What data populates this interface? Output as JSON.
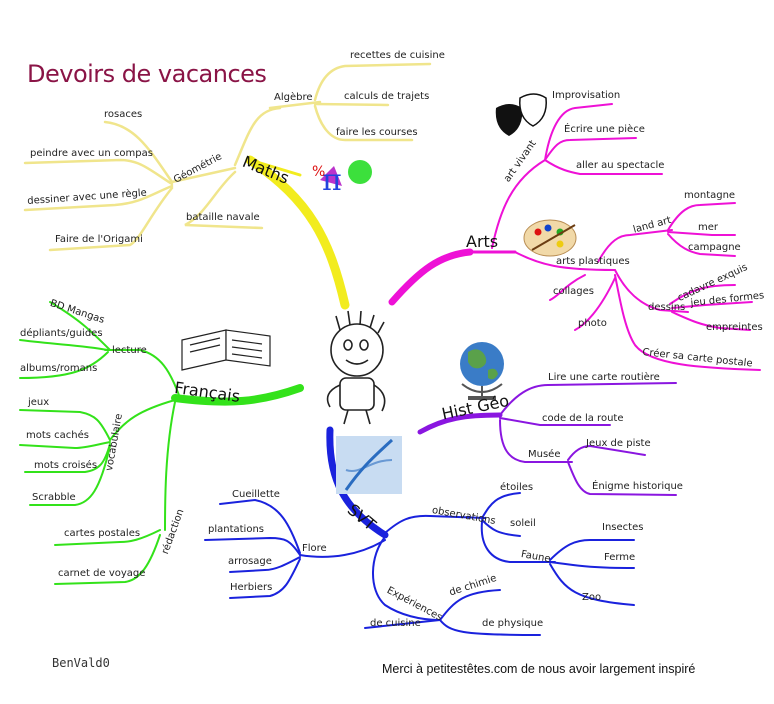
{
  "title": "Devoirs de vacances",
  "author": "BenVald0",
  "credit": "Merci à petitestêtes.com de nous avoir largement inspiré",
  "colors": {
    "maths": "#f2ec1e",
    "maths_sub": "#f0e58c",
    "arts": "#ee11d6",
    "hist": "#8a16e0",
    "svt": "#1a22dd",
    "francais": "#33e21a",
    "title": "#8a1446"
  },
  "branches": {
    "maths": {
      "label": "Maths",
      "algebre": {
        "label": "Algèbre",
        "items": [
          "recettes de cuisine",
          "calculs de trajets",
          "faire les courses"
        ]
      },
      "geometrie": {
        "label": "Géométrie",
        "items": [
          "rosaces",
          "peindre avec un compas",
          "dessiner avec une règle",
          "Faire de l'Origami"
        ]
      },
      "bataille": "bataille navale"
    },
    "arts": {
      "label": "Arts",
      "art_vivant": {
        "label": "art vivant",
        "items": [
          "Improvisation",
          "Écrire une pièce",
          "aller au spectacle"
        ]
      },
      "arts_plastiques": {
        "label": "arts plastiques",
        "land_art": {
          "label": "land art",
          "items": [
            "montagne",
            "mer",
            "campagne"
          ]
        },
        "dessins": {
          "label": "dessins",
          "items": [
            "cadavre exquis",
            "jeu des formes",
            "empreintes"
          ]
        },
        "carte": "Créer sa carte postale",
        "collages": "collages",
        "photo": "photo"
      }
    },
    "hist": {
      "label": "Hist Géo",
      "items": [
        "Lire une carte routière",
        "code de la route"
      ],
      "musee": {
        "label": "Musée",
        "items": [
          "Jeux de piste",
          "Énigme historique"
        ]
      }
    },
    "svt": {
      "label": "SVT",
      "flore": {
        "label": "Flore",
        "items": [
          "Cueillette",
          "plantations",
          "arrosage",
          "Herbiers"
        ]
      },
      "observations": {
        "label": "observations",
        "items": [
          "étoiles",
          "soleil"
        ]
      },
      "faune": {
        "label": "Faune",
        "items": [
          "Insectes",
          "Ferme",
          "Zoo"
        ]
      },
      "experiences": {
        "label": "Expériences",
        "items": [
          "de chimie",
          "de cuisine",
          "de physique"
        ]
      }
    },
    "francais": {
      "label": "Français",
      "lecture": {
        "label": "lecture",
        "items": [
          "BD Mangas",
          "dépliants/guides",
          "albums/romans"
        ]
      },
      "vocabulaire": {
        "label": "vocabulaire",
        "items": [
          "jeux",
          "mots cachés",
          "mots croisés",
          "Scrabble"
        ]
      },
      "redaction": {
        "label": "rédaction",
        "items": [
          "cartes postales",
          "carnet de voyage"
        ]
      }
    }
  }
}
